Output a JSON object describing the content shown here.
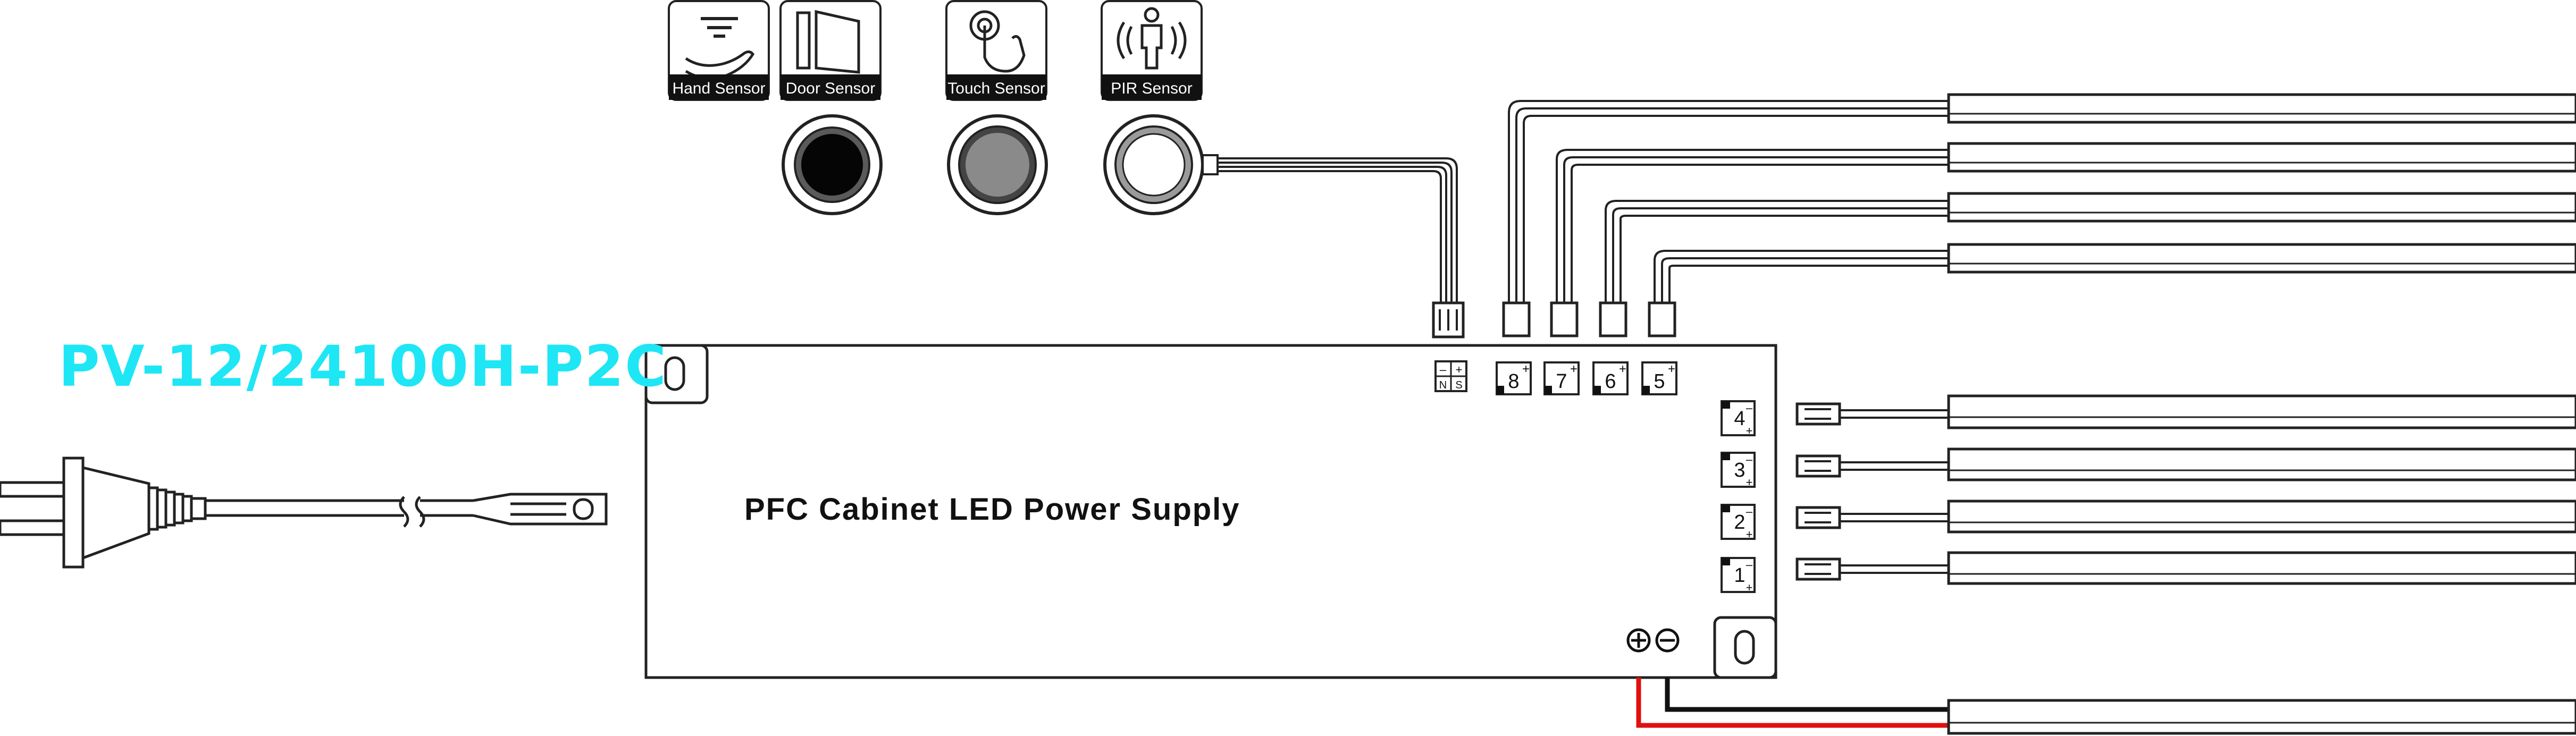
{
  "model": "PV-12/24100H-P2C",
  "title": "PFC Cabinet LED Power Supply",
  "sensors": [
    {
      "name": "Hand Sensor",
      "icon": "hand-sensor-icon"
    },
    {
      "name": "Door Sensor",
      "icon": "door-sensor-icon"
    },
    {
      "name": "Touch Sensor",
      "icon": "touch-sensor-icon"
    },
    {
      "name": "PIR Sensor",
      "icon": "pir-sensor-icon"
    }
  ],
  "ports": {
    "top": [
      "8",
      "7",
      "6",
      "5"
    ],
    "right": [
      "4",
      "3",
      "2",
      "1"
    ],
    "sensor_port": [
      "N",
      "S"
    ]
  },
  "colors": {
    "model_text": "#1ee6f5",
    "positive_wire": "#e01010",
    "negative_wire": "#111111"
  }
}
